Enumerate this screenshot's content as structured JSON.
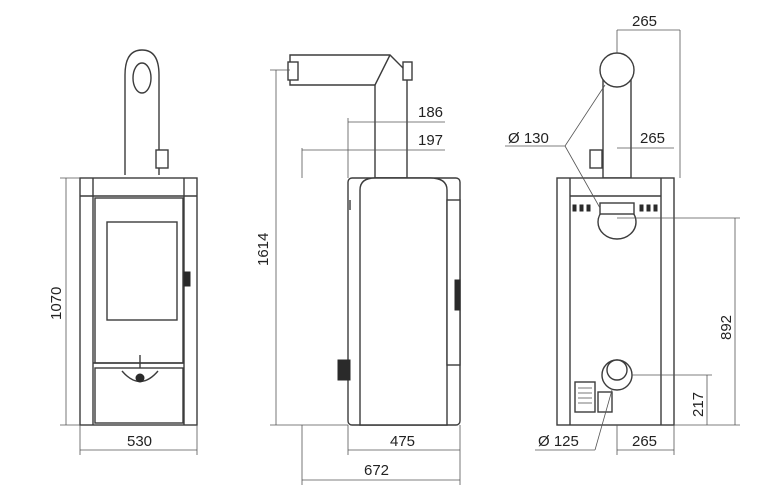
{
  "views": {
    "front": {
      "width_label": "530",
      "height_label": "1070"
    },
    "side": {
      "height_label": "1614",
      "dim_186": "186",
      "dim_197": "197",
      "depth_label": "475",
      "total_depth_label": "672"
    },
    "back": {
      "flue_offset_top": "265",
      "flue_offset_mid": "265",
      "flue_diameter": "Ø 130",
      "height_upper_outlet": "892",
      "height_lower_inlet": "217",
      "inlet_diameter": "Ø 125",
      "inlet_offset": "265"
    }
  },
  "colors": {
    "stroke": "#3c3c3c",
    "dark_fill": "#2a2a2a",
    "background": "#ffffff"
  }
}
